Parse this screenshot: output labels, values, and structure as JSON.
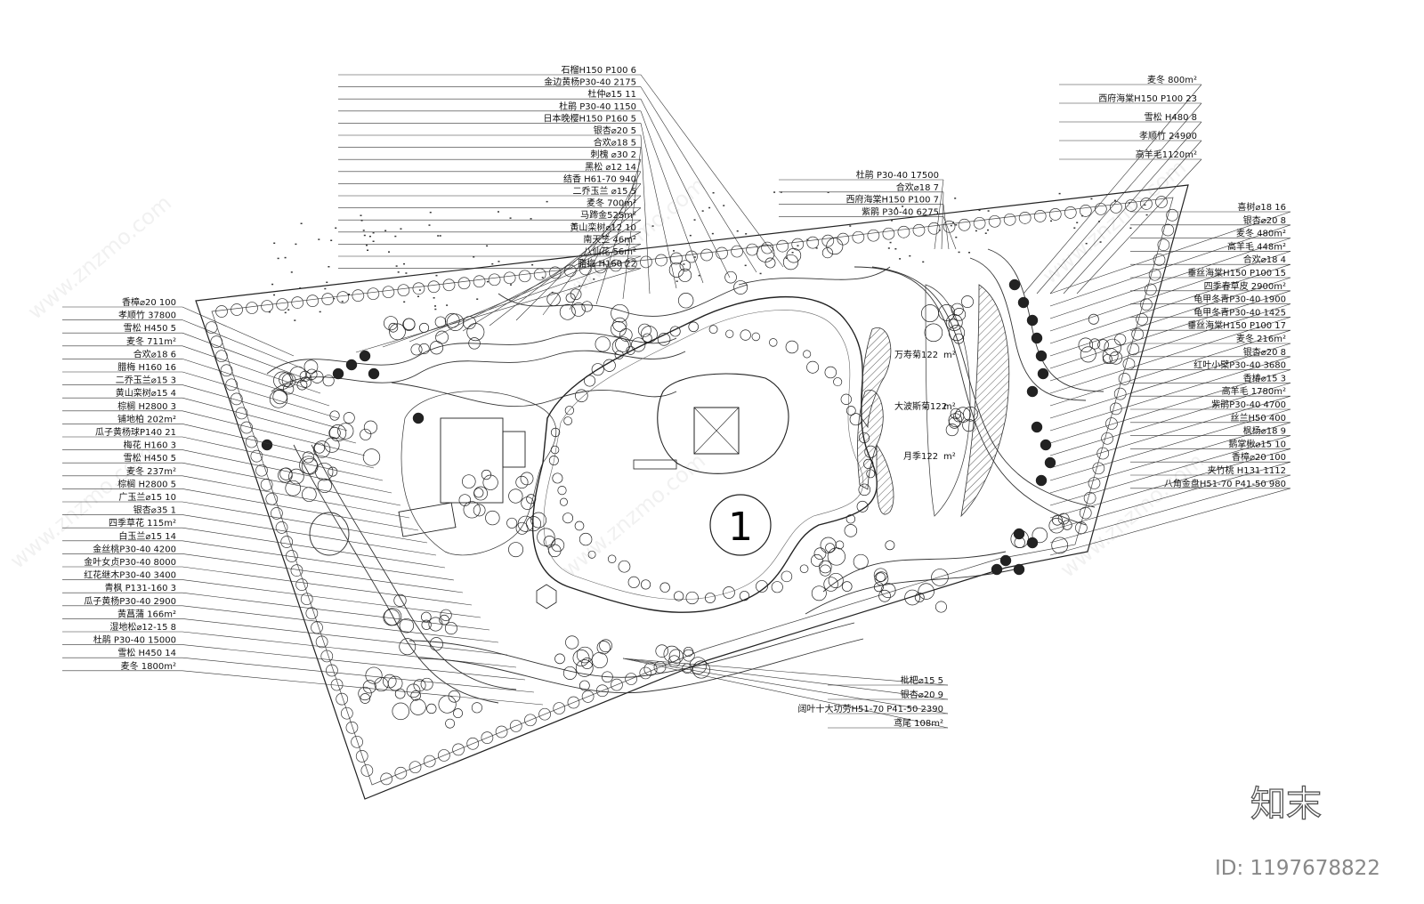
{
  "plan_number": "1",
  "brand": "知末",
  "id_text": "ID: 1197678822",
  "watermark": "www.znzmo.com",
  "zone_labels": {
    "wanshouju": "万寿菊122",
    "dabosi": "大波斯菊122",
    "yueji": "月季122",
    "unit": "m²"
  },
  "top_labels": [
    "石榴H150 P100 6",
    "金边黄杨P30-40 2175",
    "杜仲⌀15 11",
    "杜鹃 P30-40 1150",
    "日本晚樱H150 P160 5",
    "银杏⌀20 5",
    "合欢⌀18 5",
    "刺槐 ⌀30 2",
    "黑松 ⌀12 14",
    "结香 H61-70 940",
    "二乔玉兰 ⌀15 5",
    "麦冬 700m²",
    "马蹄金525m²",
    "黄山栾树⌀12 10",
    "南天竺 46m²",
    "八仙花 56m²",
    "腊梅 H160 22"
  ],
  "left_labels": [
    "香樟⌀20 100",
    "孝顺竹 37800",
    "雪松 H450 5",
    "麦冬 711m²",
    "合欢⌀18 6",
    "腊梅 H160 16",
    "二乔玉兰⌀15 3",
    "黄山栾树⌀15 4",
    "棕榈 H2800 3",
    "铺地柏 202m²",
    "瓜子黄杨球P140 21",
    "梅花 H160 3",
    "雪松 H450 5",
    "麦冬 237m²",
    "棕榈 H2800 5",
    "广玉兰⌀15 10",
    "银杏⌀35 1",
    "四季草花 115m²",
    "白玉兰⌀15 14",
    "金丝桃P30-40 4200",
    "金叶女贞P30-40 8000",
    "红花继木P30-40 3400",
    "青枫 P131-160 3",
    "瓜子黄杨P30-40 2900",
    "黄菖蒲 166m²",
    "湿地松⌀12-15 8",
    "杜鹃 P30-40 15000",
    "雪松 H450 14",
    "麦冬 1800m²"
  ],
  "mid_labels": [
    "杜鹃 P30-40 17500",
    "合欢⌀18 7",
    "西府海棠H150 P100 7",
    "紫鹃 P30-40 6275"
  ],
  "right_top_labels": [
    "麦冬 800m²",
    "西府海棠H150 P100 23",
    "雪松 H480 8",
    "孝顺竹 24900",
    "高羊毛1120m²"
  ],
  "right_labels": [
    "喜树⌀18 16",
    "银杏⌀20 8",
    "麦冬 480m²",
    "高羊毛 448m²",
    "合欢⌀18 4",
    "垂丝海棠H150 P100 15",
    "四季春草皮 2900m²",
    "龟甲冬青P30-40 1900",
    "龟甲冬青P30-40 1425",
    "垂丝海棠H150 P100 17",
    "麦冬 216m²",
    "银杏⌀20 8",
    "红叶小檗P30-40 3680",
    "香椿⌀15 3",
    "高羊毛 1780m²",
    "紫鹃P30-40 4700",
    "丝兰H50 400",
    "枫杨⌀18 9",
    "鹅掌楸⌀15 10",
    "香樟⌀20 100",
    "夹竹桃 H131 1112",
    "八角金盘H51-70 P41-50 980"
  ],
  "bottom_labels": [
    "枇杷⌀15 5",
    "银杏⌀20 9",
    "阔叶十大功劳H51-70 P41-50 2390",
    "鸢尾 108m²"
  ]
}
